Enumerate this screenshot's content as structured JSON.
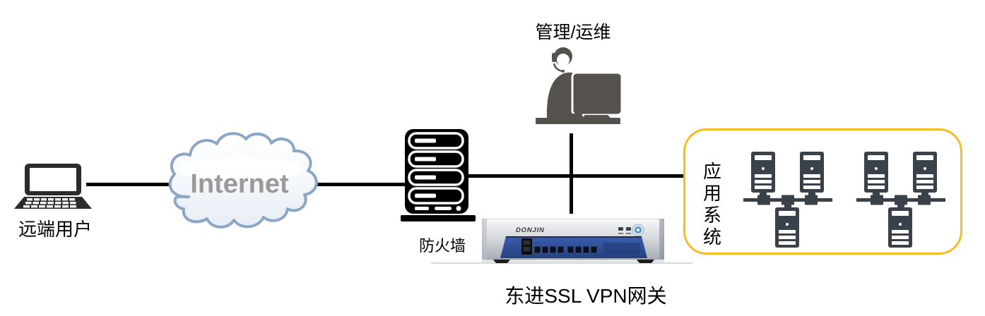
{
  "diagram": {
    "type": "network-topology",
    "nodes": [
      {
        "id": "remote-user",
        "label": "远端用户",
        "icon": "laptop-icon"
      },
      {
        "id": "internet",
        "label": "Internet",
        "icon": "cloud-icon"
      },
      {
        "id": "firewall",
        "label": "防火墙",
        "icon": "firewall-server-icon"
      },
      {
        "id": "admin",
        "label": "管理/运维",
        "icon": "operator-workstation-icon"
      },
      {
        "id": "vpn-gateway",
        "label": "东进SSL VPN网关",
        "icon": "rack-appliance-icon",
        "brand": "DONJIN"
      },
      {
        "id": "app-system",
        "label": "应用系统",
        "icon": "server-cluster-icon",
        "clusters": 2,
        "servers_per_cluster": 3
      }
    ],
    "edges": [
      {
        "from": "remote-user",
        "to": "internet"
      },
      {
        "from": "internet",
        "to": "firewall"
      },
      {
        "from": "firewall",
        "to": "app-system"
      },
      {
        "from": "admin",
        "to": "vpn-gateway"
      }
    ],
    "colors": {
      "line": "#000000",
      "cloud_stroke": "#8ba6c6",
      "internet_text": "#9a9a9a",
      "app_box_border": "#f6bd23",
      "server_fill": "#39424a",
      "admin_fill": "#55524e",
      "gateway_panel_blue": "#2d4f9e"
    }
  }
}
